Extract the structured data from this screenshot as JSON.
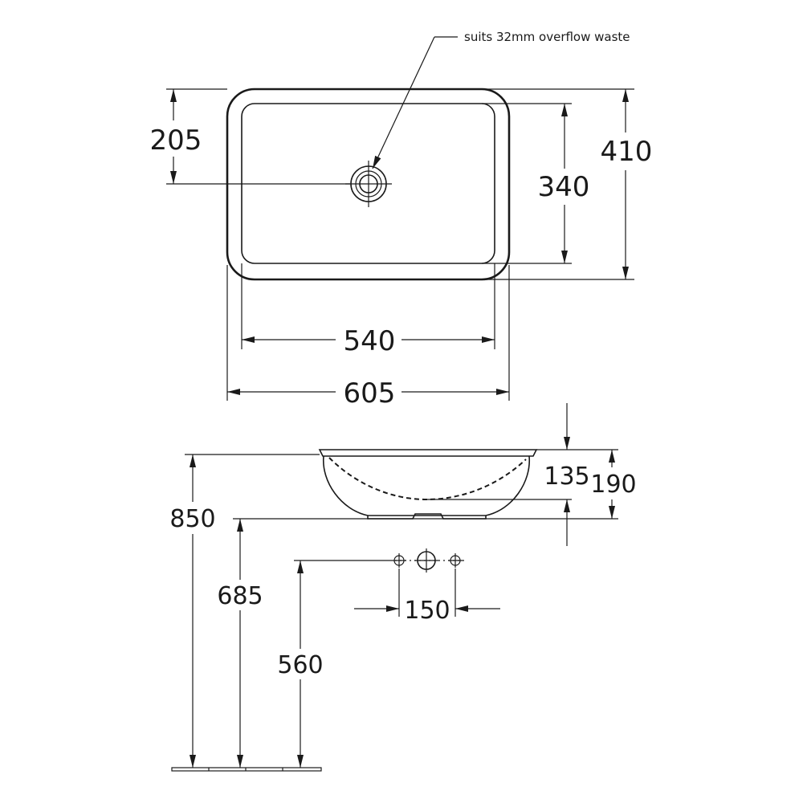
{
  "plan_view": {
    "overflow_note": "suits 32mm overflow waste",
    "dim_waste_offset": "205",
    "dim_overall_depth": "410",
    "dim_bowl_depth": "340",
    "dim_bowl_width": "540",
    "dim_overall_width": "605"
  },
  "side_view": {
    "dim_bowl_height": "135",
    "dim_overall_height": "190",
    "dim_rim_height": "850",
    "dim_base_height": "685",
    "dim_tap_height": "560",
    "dim_tap_centres": "150"
  },
  "colors": {
    "line": "#1a1a1a",
    "background": "#ffffff"
  }
}
